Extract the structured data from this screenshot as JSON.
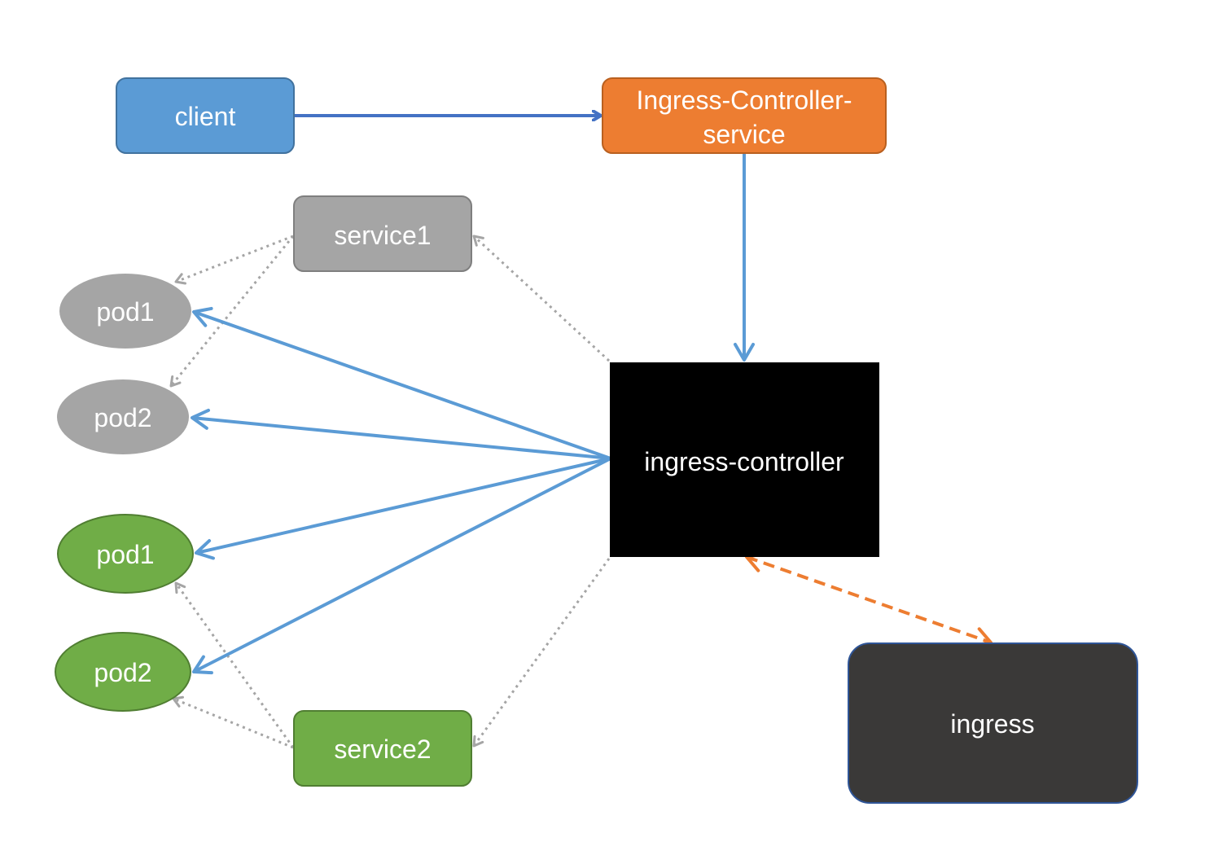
{
  "colors": {
    "client": "#5b9bd5",
    "client_border": "#41729e",
    "ic_service": "#ed7d31",
    "ic_service_border": "#b9601f",
    "controller": "#000000",
    "gray": "#a5a5a5",
    "gray_border": "#7f7f7f",
    "green": "#70ad47",
    "green_border": "#507e32",
    "ingress": "#3a3938",
    "ingress_border": "#2f5597",
    "arrow_blue": "#5b9bd5",
    "arrow_dark_blue": "#4472c4",
    "arrow_orange": "#ed7d31",
    "arrow_dotted": "#a5a5a5"
  },
  "nodes": {
    "client": {
      "label": "client"
    },
    "ingress_controller_service": {
      "label_line1": "Ingress-Controller-",
      "label_line2": "service"
    },
    "ingress_controller": {
      "label": "ingress-controller"
    },
    "service1": {
      "label": "service1"
    },
    "service2": {
      "label": "service2"
    },
    "pod1_gray": {
      "label": "pod1"
    },
    "pod2_gray": {
      "label": "pod2"
    },
    "pod1_green": {
      "label": "pod1"
    },
    "pod2_green": {
      "label": "pod2"
    },
    "ingress": {
      "label": "ingress"
    }
  }
}
